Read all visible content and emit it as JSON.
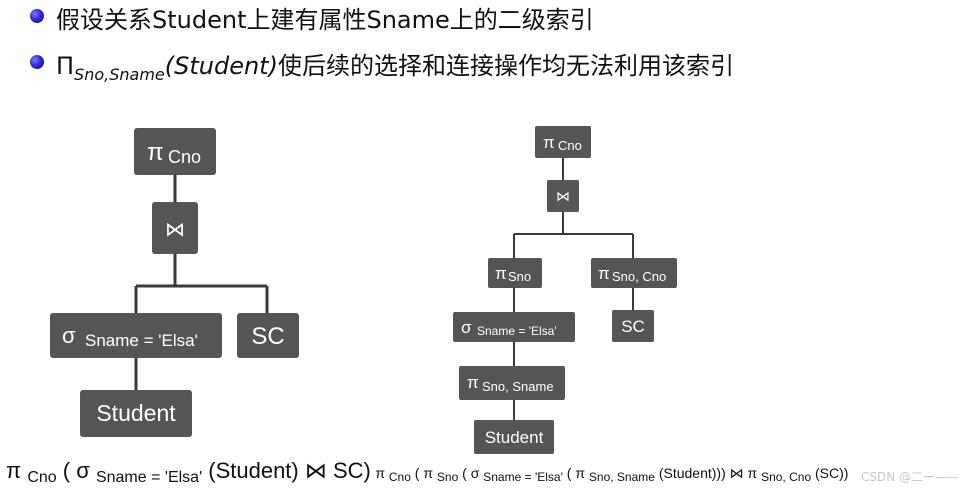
{
  "bullets": {
    "line1": "假设关系Student上建有属性Sname上的二级索引",
    "line2_pi": "Π",
    "line2_sub": "Sno,Sname",
    "line2_arg": "(Student)",
    "line2_rest": "使后续的选择和连接操作均无法利用该索引"
  },
  "tree_left": {
    "root": {
      "sym": "π",
      "sub": "Cno"
    },
    "join": "⋈",
    "select": {
      "sym": "σ",
      "sub": "Sname = 'Elsa'"
    },
    "sc": "SC",
    "student": "Student"
  },
  "tree_right": {
    "root": {
      "sym": "π",
      "sub": "Cno"
    },
    "join": "⋈",
    "proj_sno": {
      "sym": "π",
      "sub": "Sno"
    },
    "proj_sno_cno": {
      "sym": "π",
      "sub": "Sno, Cno"
    },
    "select": {
      "sym": "σ",
      "sub": "Sname = 'Elsa'"
    },
    "sc": "SC",
    "proj_sno_sname": {
      "sym": "π",
      "sub": "Sno, Sname"
    },
    "student": "Student"
  },
  "formula_left": {
    "pi": "π",
    "pi_sub": "Cno",
    "open": "(",
    "sigma": "σ",
    "sigma_sub": "Sname = 'Elsa'",
    "rest": "(Student) ⋈ SC)"
  },
  "formula_right": {
    "pi1": "π",
    "pi1_sub": "Cno",
    "p1": "(",
    "pi2": "π",
    "pi2_sub": "Sno",
    "p2": "(",
    "sigma": "σ",
    "sigma_sub": "Sname = 'Elsa'",
    "p3": "(",
    "pi3": "π",
    "pi3_sub": "Sno, Sname",
    "p4": "(Student))) ⋈ π",
    "pi4_sub": "Sno, Cno",
    "p5": "(SC))"
  },
  "watermark": "CSDN @二一——"
}
